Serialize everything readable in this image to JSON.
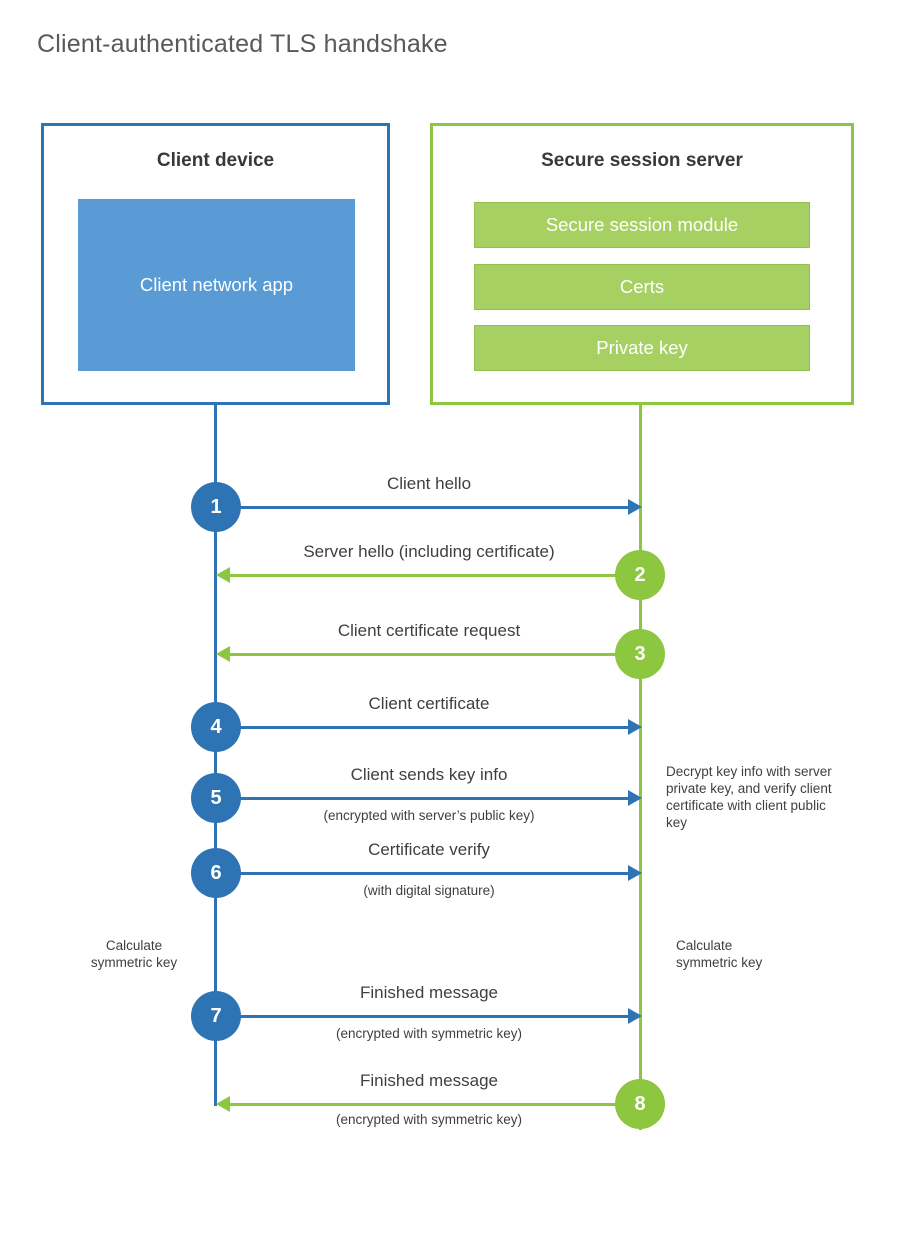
{
  "title": "Client-authenticated TLS handshake",
  "colors": {
    "blue": "#2e74b5",
    "blue_fill": "#5b9bd5",
    "green": "#8dc63f",
    "green_fill": "#a7d063",
    "text": "#3f3f3f",
    "title_gray": "#595959"
  },
  "client": {
    "heading": "Client device",
    "box_label": "Client network app"
  },
  "server": {
    "heading": "Secure session server",
    "modules": [
      "Secure session module",
      "Certs",
      "Private key"
    ]
  },
  "steps": [
    {
      "num": "1",
      "label": "Client hello",
      "dir": "right",
      "color": "blue"
    },
    {
      "num": "2",
      "label": "Server hello (including certificate)",
      "dir": "left",
      "color": "green"
    },
    {
      "num": "3",
      "label": "Client certificate request",
      "dir": "left",
      "color": "green"
    },
    {
      "num": "4",
      "label": "Client certificate",
      "dir": "right",
      "color": "blue"
    },
    {
      "num": "5",
      "label": "Client sends key info",
      "sub": "(encrypted with server’s public key)",
      "dir": "right",
      "color": "blue"
    },
    {
      "num": "6",
      "label": "Certificate verify",
      "sub": "(with digital signature)",
      "dir": "right",
      "color": "blue"
    },
    {
      "num": "7",
      "label": "Finished message",
      "sub": "(encrypted with symmetric key)",
      "dir": "right",
      "color": "blue"
    },
    {
      "num": "8",
      "label": "Finished message",
      "sub": "(encrypted with symmetric key)",
      "dir": "left",
      "color": "green"
    }
  ],
  "notes": {
    "decrypt": "Decrypt key info with server private key, and verify client certificate with client public key",
    "calc_left": "Calculate symmetric key",
    "calc_right": "Calculate symmetric key"
  }
}
